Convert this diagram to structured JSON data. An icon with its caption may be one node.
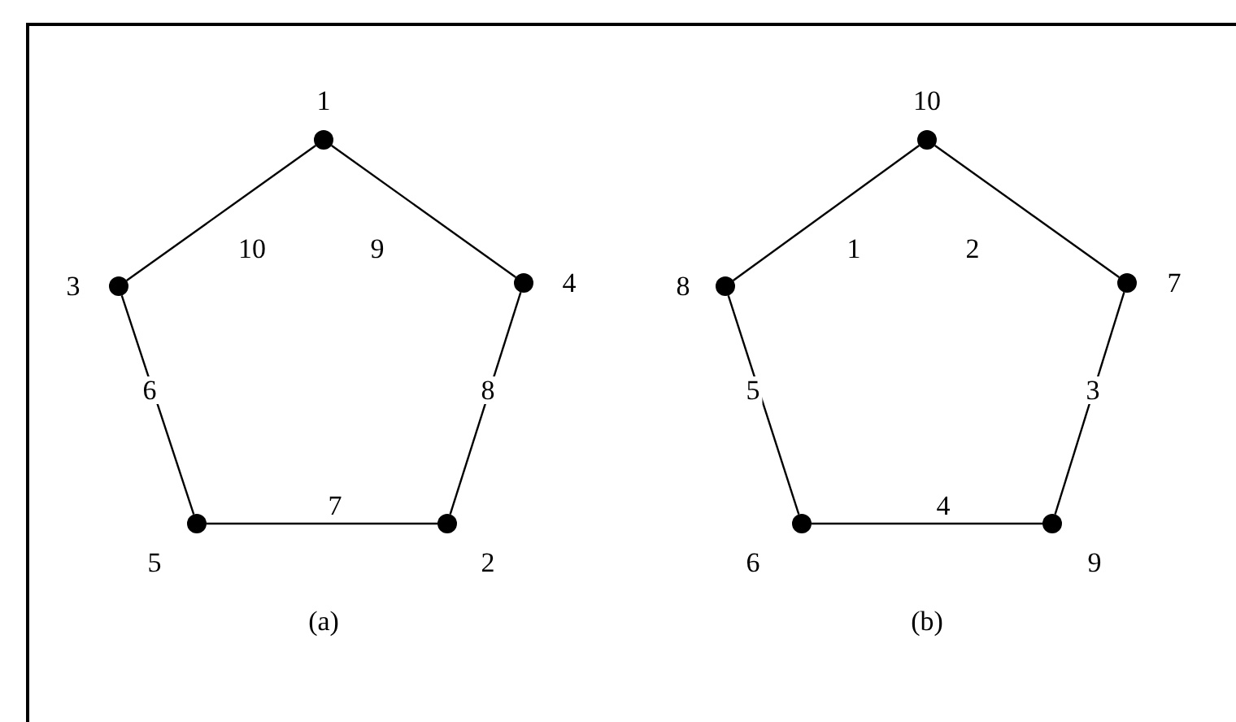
{
  "diagram": {
    "nodes": [
      {
        "text": [],
        "shape": "circle",
        "beside": [
          "1"
        ]
      },
      {
        "text": [],
        "shape": "circle",
        "beside": [
          "3"
        ]
      },
      {
        "text": [],
        "shape": "circle",
        "beside": [
          "4"
        ]
      },
      {
        "text": [],
        "shape": "circle",
        "beside": [
          "5"
        ]
      },
      {
        "text": [],
        "shape": "circle",
        "beside": [
          "2"
        ]
      },
      {
        "text": [],
        "shape": "circle",
        "beside": [
          "10"
        ]
      },
      {
        "text": [],
        "shape": "circle",
        "beside": [
          "8"
        ]
      },
      {
        "text": [],
        "shape": "circle",
        "beside": [
          "7"
        ]
      },
      {
        "text": [],
        "shape": "circle",
        "beside": [
          "6"
        ]
      },
      {
        "text": [],
        "shape": "circle",
        "beside": [
          "9"
        ]
      }
    ],
    "edges": [
      {
        "from": 0,
        "to": 1,
        "arrow": "none",
        "label": "10"
      },
      {
        "from": 0,
        "to": 2,
        "arrow": "none",
        "label": "9"
      },
      {
        "from": 1,
        "to": 3,
        "arrow": "none",
        "label": "6"
      },
      {
        "from": 2,
        "to": 4,
        "arrow": "none",
        "label": "8"
      },
      {
        "from": 3,
        "to": 4,
        "arrow": "none",
        "label": "7"
      },
      {
        "from": 5,
        "to": 6,
        "arrow": "none",
        "label": "1"
      },
      {
        "from": 5,
        "to": 7,
        "arrow": "none",
        "label": "2"
      },
      {
        "from": 6,
        "to": 8,
        "arrow": "none",
        "label": "5"
      },
      {
        "from": 7,
        "to": 9,
        "arrow": "none",
        "label": "3"
      },
      {
        "from": 8,
        "to": 9,
        "arrow": "none",
        "label": "4"
      }
    ],
    "labels": [
      "(a)",
      "(b)"
    ]
  }
}
